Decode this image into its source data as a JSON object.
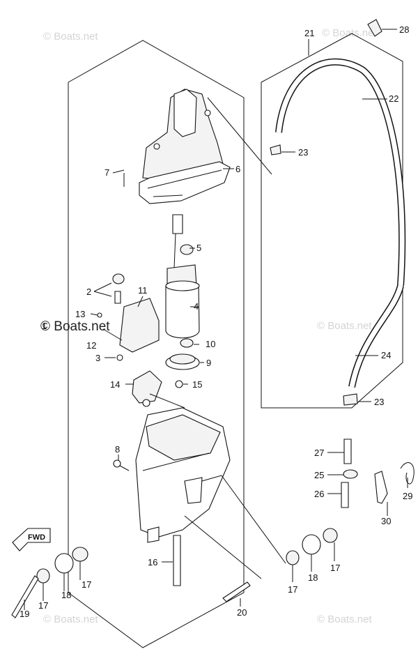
{
  "watermark": "© Boats.net",
  "fwd_label": "FWD",
  "callouts": {
    "p1": "1",
    "p2": "2",
    "p3": "3",
    "p4": "4",
    "p5": "5",
    "p6": "6",
    "p7": "7",
    "p8": "8",
    "p9": "9",
    "p10": "10",
    "p11": "11",
    "p12": "12",
    "p13": "13",
    "p14": "14",
    "p15": "15",
    "p16": "16",
    "p17": "17",
    "p18": "18",
    "p19": "19",
    "p20": "20",
    "p21": "21",
    "p22": "22",
    "p23": "23",
    "p24": "24",
    "p25": "25",
    "p26": "26",
    "p27": "27",
    "p28": "28",
    "p29": "29",
    "p30": "30"
  }
}
